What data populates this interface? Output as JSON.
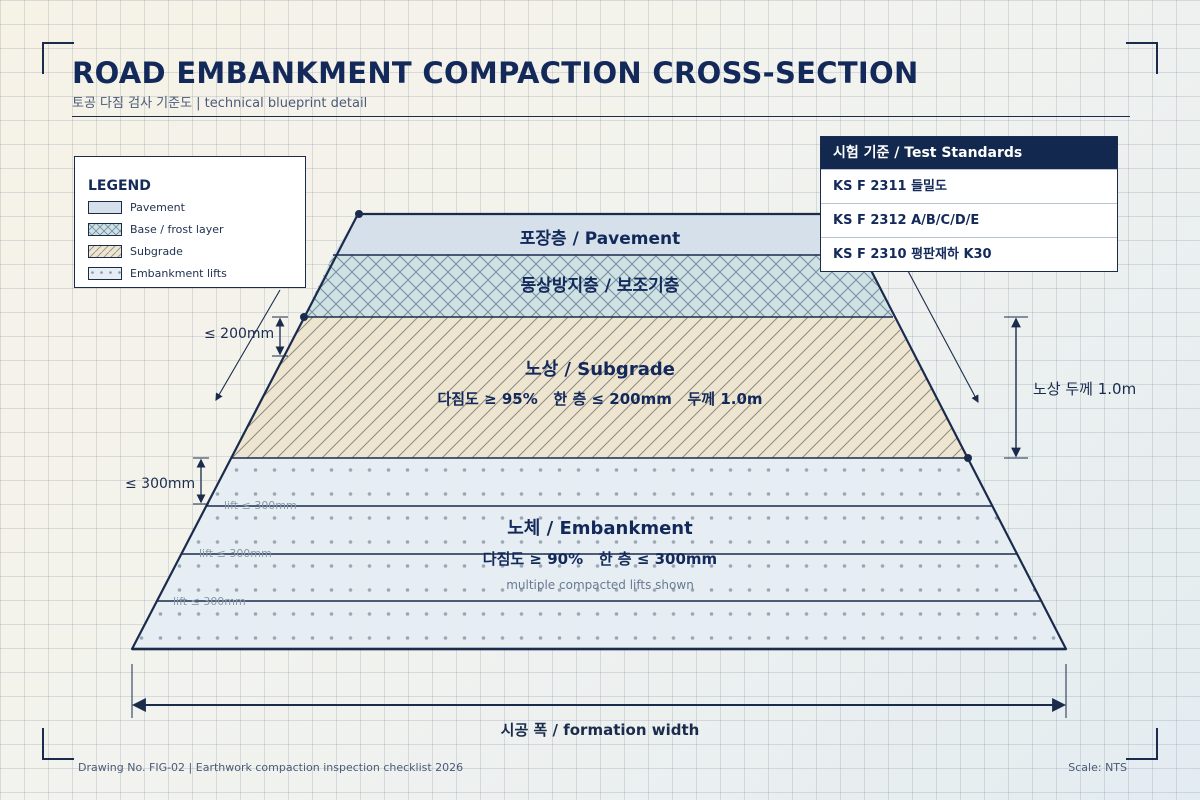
{
  "header": {
    "title": "ROAD EMBANKMENT COMPACTION CROSS-SECTION",
    "subtitle": "토공 다짐 검사 기준도 | technical blueprint detail"
  },
  "legend": {
    "title": "LEGEND",
    "items": [
      {
        "label": "Pavement",
        "pattern": "pavement"
      },
      {
        "label": "Base / frost layer",
        "pattern": "crosshatch"
      },
      {
        "label": "Subgrade",
        "pattern": "diagonal"
      },
      {
        "label": "Embankment lifts",
        "pattern": "dots"
      }
    ]
  },
  "standards": {
    "title": "시험 기준 / Test Standards",
    "items": [
      "KS F 2311 들밀도",
      "KS F 2312 A/B/C/D/E",
      "KS F 2310 평판재하 K30"
    ]
  },
  "layers": {
    "pavement": {
      "label": "포장층 / Pavement"
    },
    "base": {
      "label": "동상방지층 / 보조기층"
    },
    "subgrade": {
      "label": "노상 / Subgrade",
      "spec": "다짐도 ≥ 95%   한 층 ≤ 200mm   두께 1.0m"
    },
    "embankment": {
      "label": "노체 / Embankment",
      "spec": "다짐도 ≥ 90%   한 층 ≤ 300mm",
      "note": "multiple compacted lifts shown"
    }
  },
  "lift_labels": [
    "lift ≤ 300mm",
    "lift ≤ 300mm",
    "lift ≤ 300mm"
  ],
  "dimensions": {
    "subgrade_lift": "≤ 200mm",
    "embankment_lift": "≤ 300mm",
    "subgrade_thickness": "노상 두께 1.0m",
    "formation_width": "시공 폭 / formation width"
  },
  "colors": {
    "ink": "#1a2b4c",
    "pavement_fill": "#d5e0ea",
    "base_fill": "#cfe1e2",
    "subgrade_fill": "#eee5d0",
    "embankment_fill": "#e6eef3",
    "standards_header": "#13284f"
  },
  "footer": {
    "drawing_no": "Drawing No. FIG-02 | Earthwork compaction inspection checklist 2026",
    "scale": "Scale: NTS"
  }
}
